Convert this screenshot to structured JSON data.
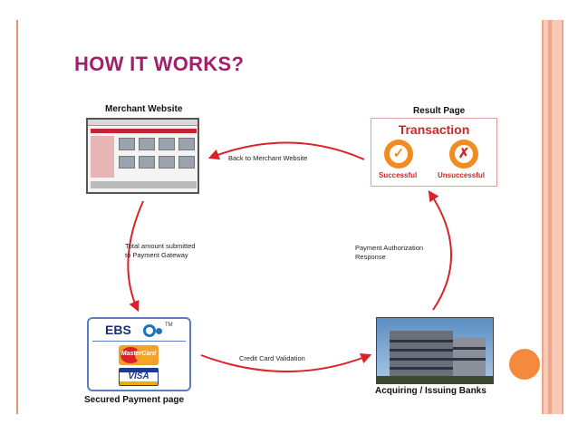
{
  "slide": {
    "title": "HOW IT WORKS?",
    "accent_color": "#a0216a",
    "arrow_color": "#d9232a"
  },
  "nodes": {
    "merchant": {
      "label": "Merchant Website"
    },
    "result": {
      "label": "Result Page",
      "heading": "Transaction",
      "successful": "Successful",
      "unsuccessful": "Unsuccessful",
      "success_icon": "check-icon",
      "fail_icon": "x-icon"
    },
    "gateway": {
      "label": "Secured Payment page",
      "brand": "EBS",
      "trademark": "TM",
      "card1": "MasterCard",
      "card2": "VISA"
    },
    "bank": {
      "label": "Acquiring / Issuing Banks"
    }
  },
  "edges": {
    "back_to_merchant": "Back to Merchant Website",
    "total_amount_line1": "Total amount submitted",
    "total_amount_line2": "to Payment Gateway",
    "credit_card_validation": "Credit Card Validation",
    "payment_auth_line1": "Payment Authorization",
    "payment_auth_line2": "Response"
  }
}
